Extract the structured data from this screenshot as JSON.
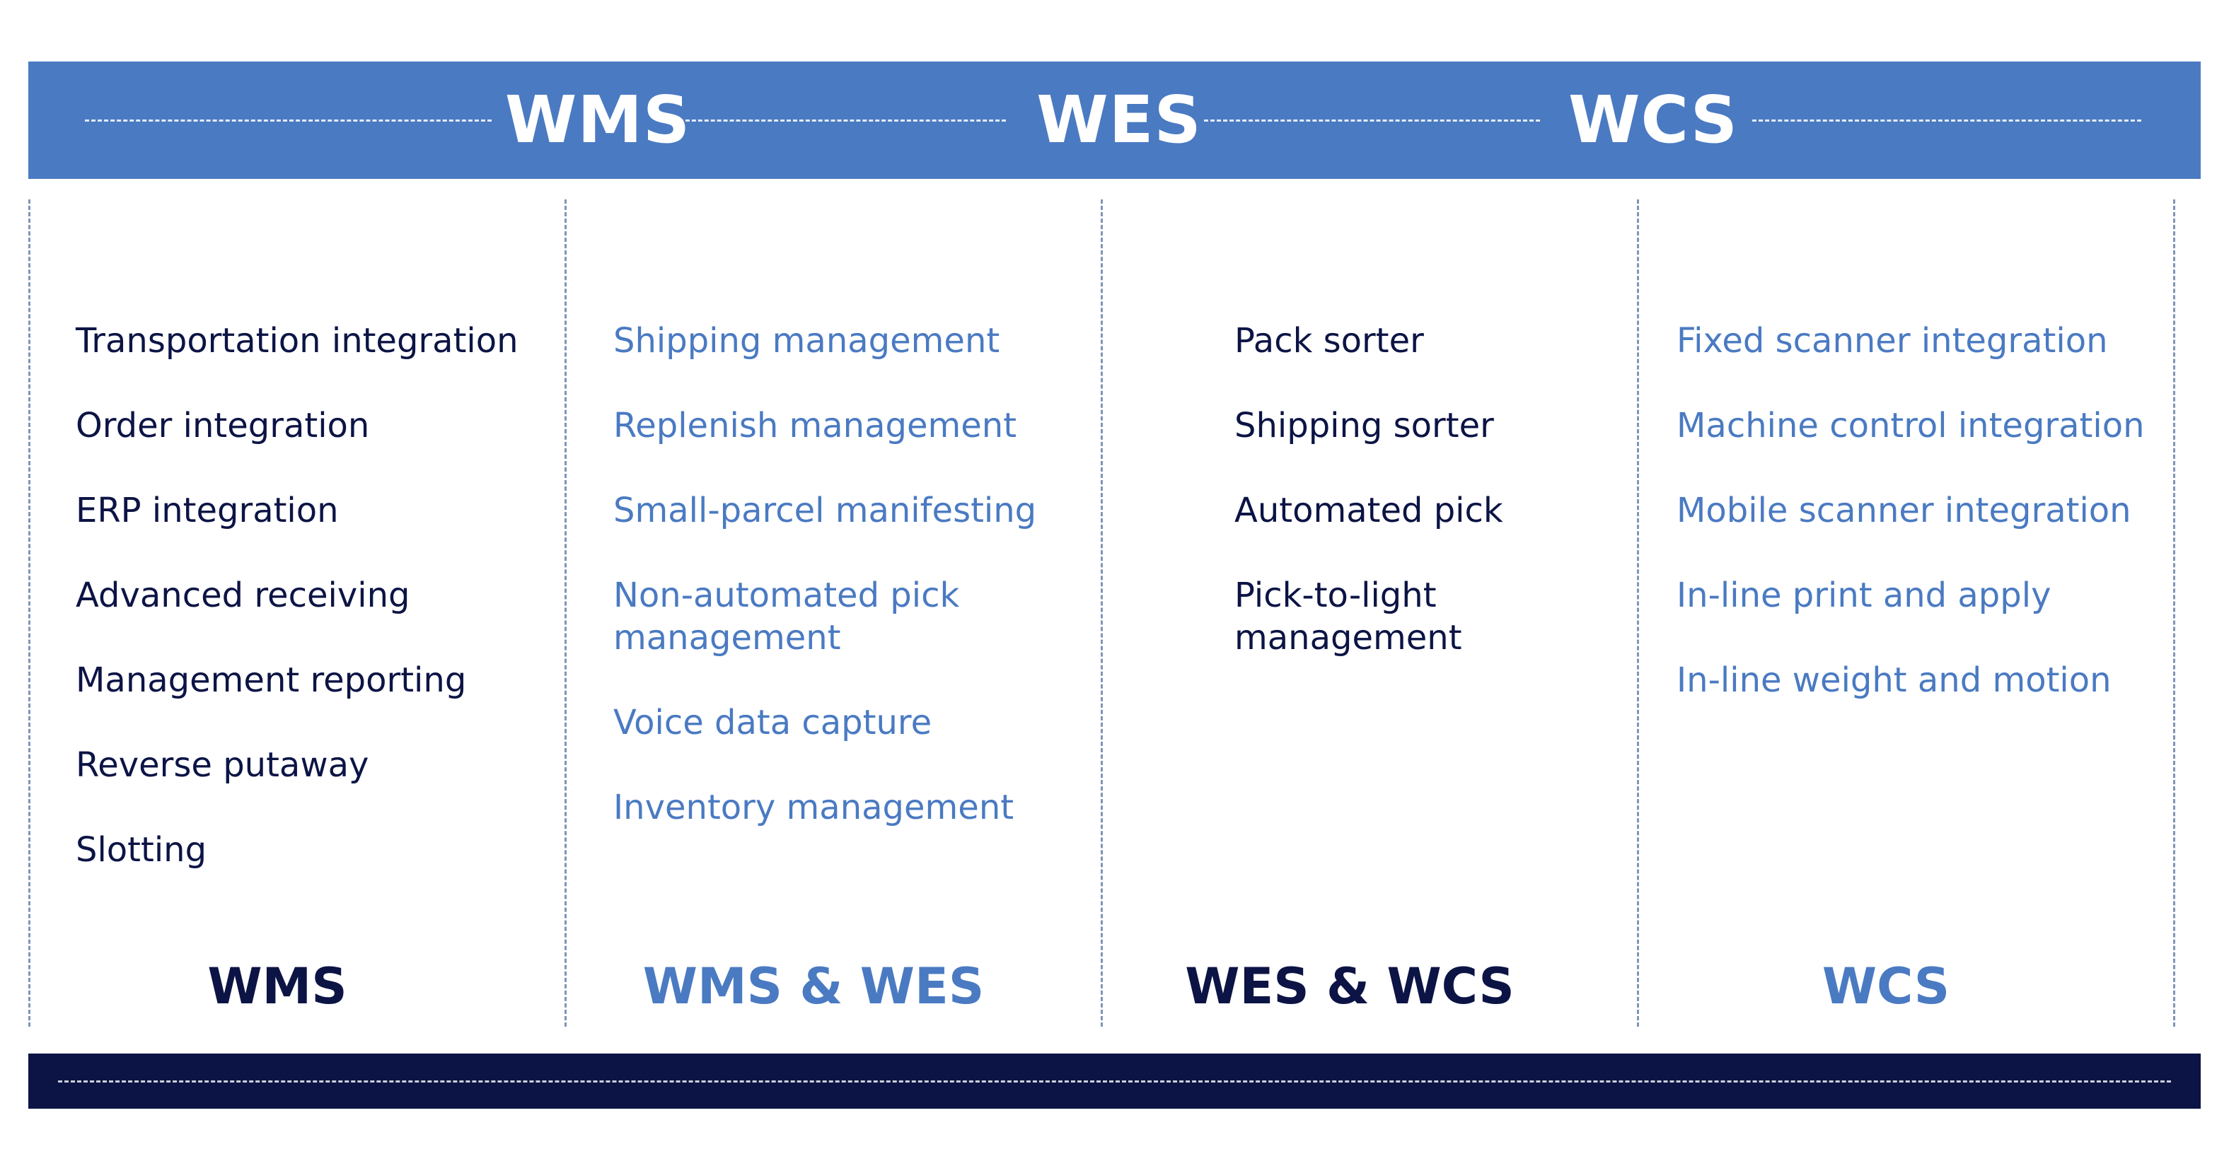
{
  "header": {
    "labels": [
      "WMS",
      "WES",
      "WCS"
    ]
  },
  "columns": [
    {
      "footer": "WMS",
      "items": [
        "Transportation integration",
        "Order integration",
        "ERP integration",
        "Advanced receiving",
        "Management reporting",
        "Reverse putaway",
        "Slotting"
      ]
    },
    {
      "footer": "WMS & WES",
      "items": [
        "Shipping management",
        "Replenish management",
        "Small-parcel manifesting",
        "Non-automated pick",
        "management",
        "Voice data capture",
        "Inventory management"
      ]
    },
    {
      "footer": "WES & WCS",
      "items": [
        "Pack sorter",
        "Shipping sorter",
        "Automated pick",
        "Pick-to-light",
        "management"
      ]
    },
    {
      "footer": "WCS",
      "items": [
        "Fixed scanner integration",
        "Machine control integration",
        "Mobile scanner integration",
        "In-line print and apply",
        "In-line weight and motion"
      ]
    }
  ],
  "colors": {
    "banner_blue": "#4a7ac2",
    "navy": "#0c1445",
    "divider": "#7f95b8"
  }
}
